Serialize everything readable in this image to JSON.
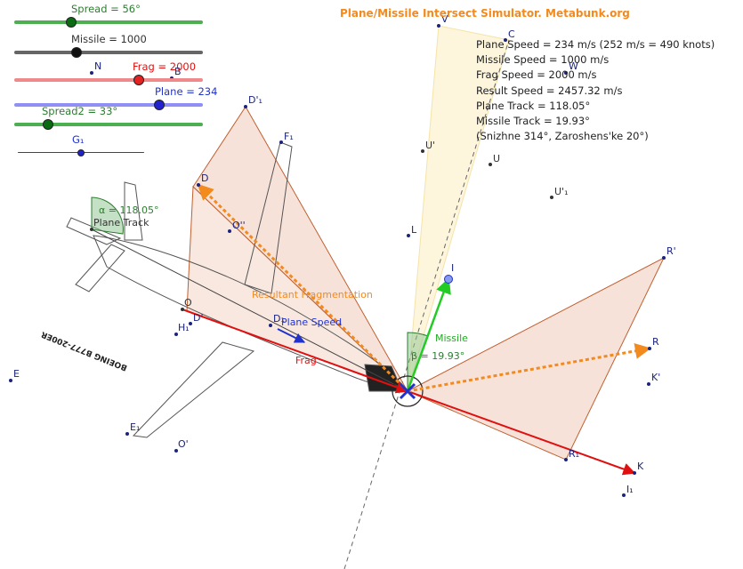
{
  "title": "Plane/Missile Intersect Simulator. Metabunk.org",
  "info_lines": [
    "Plane Speed = 234 m/s (252 m/s = 490 knots)",
    "Missile Speed = 1000 m/s",
    "Frag Speed = 2000 m/s",
    "Result Speed = 2457.32 m/s",
    "Plane Track = 118.05°",
    "Missile Track = 19.93°",
    "(Snizhne 314°, Zaroshens'ke 20°)"
  ],
  "sliders": [
    {
      "id": "spread",
      "label": "Spread = 56°",
      "fraction": 0.3,
      "color": "#4caf50",
      "knob_color": "#0a6b12"
    },
    {
      "id": "missile",
      "label": "Missile = 1000",
      "fraction": 0.33,
      "color": "#666666",
      "knob_color": "#111111"
    },
    {
      "id": "frag",
      "label": "Frag = 2000",
      "fraction": 0.66,
      "color": "#f08a8a",
      "knob_color": "#e52222"
    },
    {
      "id": "plane",
      "label": "Plane = 234",
      "fraction": 0.77,
      "color": "#8f8ff5",
      "knob_color": "#2222d0"
    },
    {
      "id": "spread2",
      "label": "Spread2 = 33°",
      "fraction": 0.18,
      "color": "#4caf50",
      "knob_color": "#0a6b12"
    },
    {
      "id": "g1",
      "label": "G₁",
      "fraction": 0.5,
      "color": "#3333cc",
      "knob_color": "#2222cc"
    }
  ],
  "points": {
    "C": "C",
    "V": "V",
    "W": "W",
    "U_prime": "U'",
    "U": "U",
    "U_prime_1": "U'₁",
    "L": "L",
    "I": "I",
    "R_prime": "R'",
    "R": "R",
    "K_prime": "K'",
    "K": "K",
    "R1": "R₁",
    "I1": "I₁",
    "D_prime_1": "D'₁",
    "F1": "F₁",
    "D": "D",
    "O_dd": "O''",
    "O": "O",
    "D_prime": "D'",
    "H1": "H₁",
    "D1": "D₁",
    "E": "E",
    "E1": "E₁",
    "O_prime": "O'",
    "N": "N",
    "B": "B"
  },
  "labels": {
    "alpha": "α = 118.05°",
    "plane_track": "Plane Track",
    "resultant": "Resultant Fragmentation",
    "plane_speed": "Plane Speed",
    "frag": "Frag",
    "missile": "Missile",
    "beta": "β = 19.93°",
    "boeing": "BOEING B777-200ER"
  },
  "colors": {
    "orange": "#f28a1e",
    "red": "#e01010",
    "green": "#22cc22",
    "blue": "#2233cc",
    "fan_fill": "#f4d8cc",
    "fan_stroke": "#c06030"
  }
}
